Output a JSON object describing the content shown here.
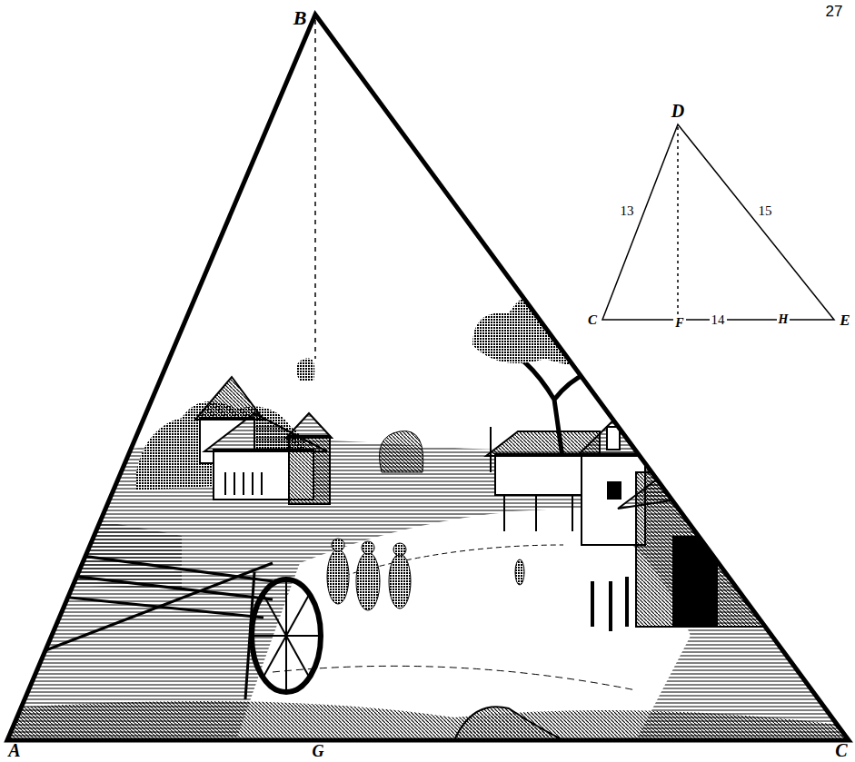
{
  "diagram": {
    "labels": [
      "27",
      "B",
      "A",
      "G",
      "C",
      "D",
      "13",
      "15",
      "C",
      "F",
      "14",
      "H",
      "E"
    ]
  }
}
